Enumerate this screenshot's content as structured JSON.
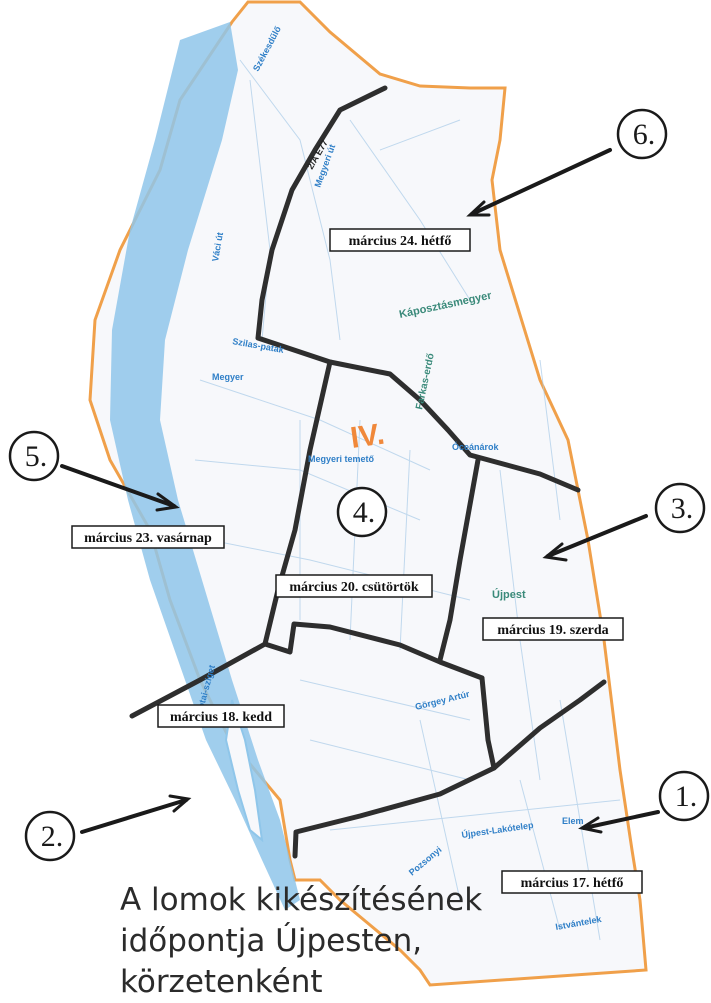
{
  "map": {
    "district_label": "IV.",
    "street_labels": [
      "Székesdűlő",
      "2/A E77",
      "Megyeri út",
      "Váci út",
      "Szilas-patak",
      "Káposztásmegyer",
      "Farkas-erdő",
      "Megyer",
      "Megyeri temető",
      "Újpest",
      "Palotai-sziget",
      "Görgey Artúr",
      "Újpest-Lakótelep",
      "Pozsonyi",
      "Elem",
      "Istvántelek",
      "Óceánárok"
    ],
    "zones": [
      {
        "number": "1.",
        "date": "március 17. hétfő"
      },
      {
        "number": "2.",
        "date": "március 18. kedd"
      },
      {
        "number": "3.",
        "date": "március 19. szerda"
      },
      {
        "number": "4.",
        "date": "március 20. csütörtök"
      },
      {
        "number": "5.",
        "date": "március 23. vasárnap"
      },
      {
        "number": "6.",
        "date": "március 24. hétfő"
      }
    ]
  },
  "caption_lines": [
    "A lomok kikészítésének",
    "időpontja Újpesten,",
    "körzetenként"
  ],
  "colors": {
    "land": "#f7f8fb",
    "border": "#f0a04a",
    "river": "#8fc6ea",
    "street_text": "#2f7fc7",
    "boundary": "#2e2e2e",
    "district_label": "#f0883a"
  }
}
